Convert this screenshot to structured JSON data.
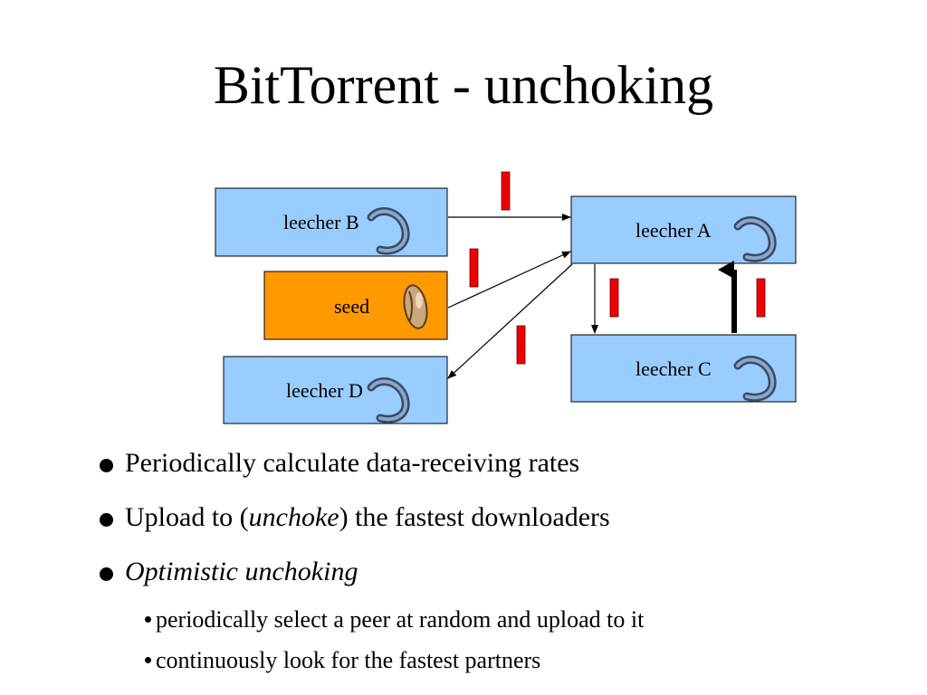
{
  "title": "BitTorrent - unchoking",
  "nodes": {
    "leecher_b": "leecher B",
    "seed": "seed",
    "leecher_d": "leecher D",
    "leecher_a": "leecher A",
    "leecher_c": "leecher C"
  },
  "colors": {
    "leecher_fill": "#99ccff",
    "seed_fill": "#ff9900",
    "marker": "#ee0000"
  },
  "bullets": {
    "b1": "Periodically calculate data-receiving rates",
    "b2_pre": "Upload to (",
    "b2_em": "unchoke",
    "b2_post": ") the fastest downloaders",
    "b3": "Optimistic unchoking"
  },
  "sub_bullets": {
    "s1": "periodically select a peer at random and upload to it",
    "s2": "continuously look for the fastest partners"
  },
  "icons": {
    "leecher": "leech-icon",
    "seed": "bean-icon"
  }
}
